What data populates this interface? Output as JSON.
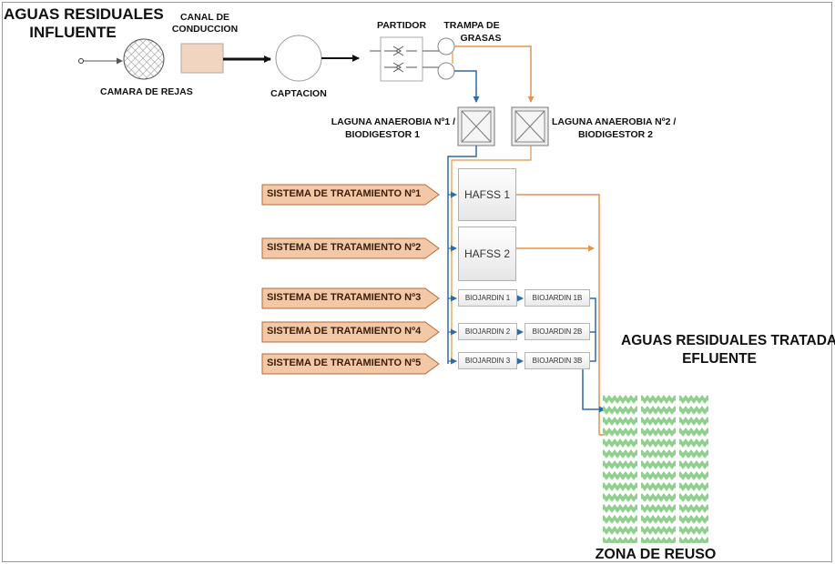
{
  "title_left": {
    "line1": "AGUAS RESIDUALES",
    "line2": "INFLUENTE"
  },
  "labels": {
    "canal": {
      "line1": "CANAL DE",
      "line2": "CONDUCCION"
    },
    "camara": "CAMARA DE REJAS",
    "captacion": "CAPTACION",
    "partidor": "PARTIDOR",
    "trampa": {
      "line1": "TRAMPA DE",
      "line2": "GRASAS"
    },
    "laguna1": {
      "line1": "LAGUNA ANAEROBIA Nº1 /",
      "line2": "BIODIGESTOR 1"
    },
    "laguna2": {
      "line1": "LAGUNA ANAEROBIA Nº2 /",
      "line2": "BIODIGESTOR 2"
    }
  },
  "hafss": [
    "HAFSS 1",
    "HAFSS 2"
  ],
  "systems": [
    "SISTEMA DE TRATAMIENTO Nº1",
    "SISTEMA DE TRATAMIENTO Nº2",
    "SISTEMA DE TRATAMIENTO Nº3",
    "SISTEMA DE TRATAMIENTO Nº4",
    "SISTEMA DE TRATAMIENTO Nº5"
  ],
  "biojardin": [
    [
      "BIOJARDIN 1",
      "BIOJARDIN 1B"
    ],
    [
      "BIOJARDIN 2",
      "BIOJARDIN 2B"
    ],
    [
      "BIOJARDIN 3",
      "BIOJARDIN 3B"
    ]
  ],
  "effluent": {
    "line1": "AGUAS RESIDUALES TRATADA",
    "line2": "EFLUENTE"
  },
  "zona": "ZONA DE REUSO",
  "colors": {
    "blue": "#2e6aa6",
    "orange": "#e0954a",
    "green": "#8ccf8c",
    "canal": "#f2d5c0",
    "arrow_fill": "#f3c8a6"
  }
}
